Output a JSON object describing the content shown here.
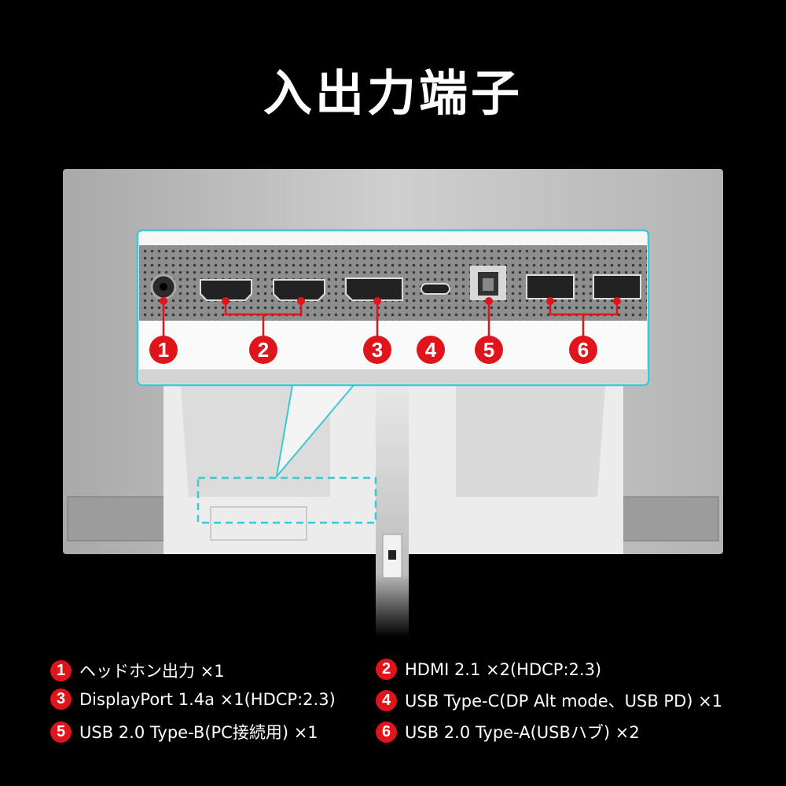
{
  "title": "入出力端子",
  "colors": {
    "accent_red": "#e0151b",
    "callout_cyan": "#3cc8d0",
    "background": "#000000"
  },
  "callout_numbers": [
    "1",
    "2",
    "3",
    "4",
    "5",
    "6"
  ],
  "legend": [
    {
      "num": "1",
      "text": "ヘッドホン出力 ×1"
    },
    {
      "num": "2",
      "text": "HDMI 2.1 ×2(HDCP:2.3)"
    },
    {
      "num": "3",
      "text": "DisplayPort 1.4a ×1(HDCP:2.3)"
    },
    {
      "num": "4",
      "text": "USB Type-C(DP Alt mode、USB PD) ×1"
    },
    {
      "num": "5",
      "text": "USB 2.0 Type-B(PC接続用) ×1"
    },
    {
      "num": "6",
      "text": "USB 2.0 Type-A(USBハブ) ×2"
    }
  ]
}
